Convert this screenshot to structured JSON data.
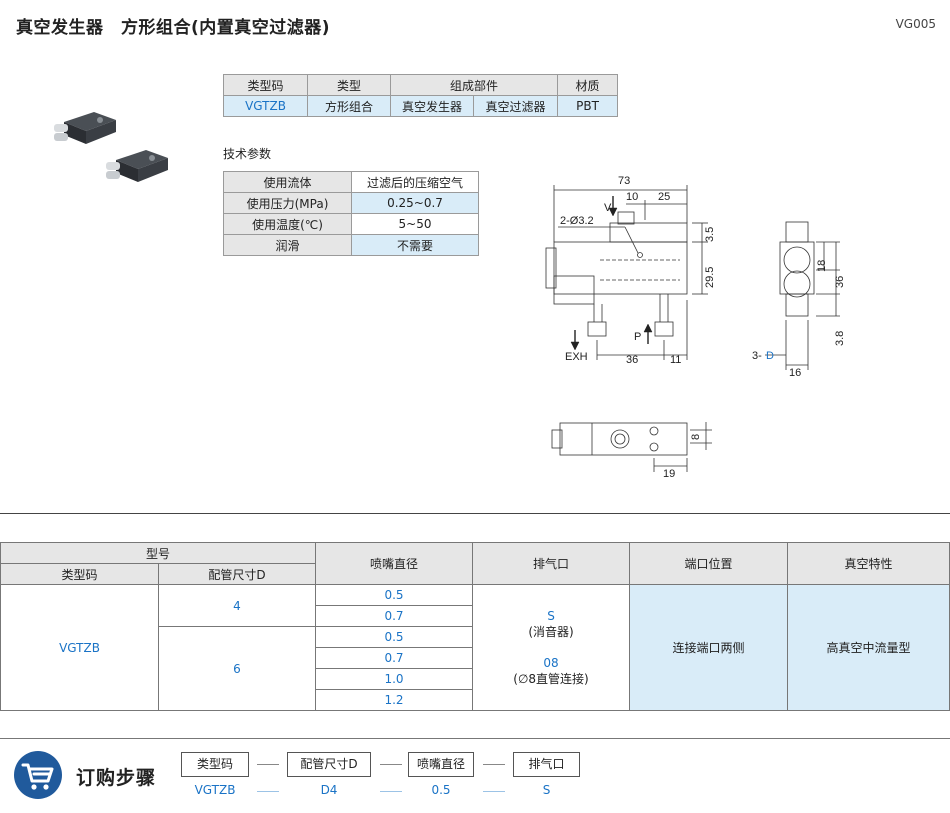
{
  "header": {
    "title": "真空发生器　方形组合(内置真空过滤器)",
    "code": "VG005"
  },
  "type_table": {
    "headers": [
      "类型码",
      "类型",
      "组成部件",
      "材质"
    ],
    "row": {
      "code": "VGTZB",
      "type": "方形组合",
      "part1": "真空发生器",
      "part2": "真空过滤器",
      "material": "PBT"
    }
  },
  "tech": {
    "title": "技术参数",
    "rows": [
      {
        "k": "使用流体",
        "v": "过滤后的压缩空气"
      },
      {
        "k": "使用压力(MPa)",
        "v": "0.25~0.7"
      },
      {
        "k": "使用温度(℃)",
        "v": "5~50"
      },
      {
        "k": "润滑",
        "v": "不需要"
      }
    ]
  },
  "drawing": {
    "d73": "73",
    "d10": "10",
    "d25": "25",
    "v": "V",
    "hole": "2-Ø3.2",
    "d3_5": "3.5",
    "d29_5": "29.5",
    "exh": "EXH",
    "p": "P",
    "d36": "36",
    "d11": "11",
    "d18": "18",
    "d36b": "36",
    "d3_8": "3.8",
    "d3d": "3-",
    "dD": "D",
    "d16": "16",
    "d8": "8",
    "d19": "19"
  },
  "selection": {
    "h_model": "型号",
    "h_typecode": "类型码",
    "h_pipe": "配管尺寸D",
    "h_nozzle": "喷嘴直径",
    "h_exhaust": "排气口",
    "h_port": "端口位置",
    "h_vacuum": "真空特性",
    "typecode": "VGTZB",
    "pipe4": "4",
    "pipe6": "6",
    "nozzles": [
      "0.5",
      "0.7",
      "0.5",
      "0.7",
      "1.0",
      "1.2"
    ],
    "exh_s": "S",
    "exh_s_note": "(消音器)",
    "exh_08": "08",
    "exh_08_note": "(∅8直管连接)",
    "port": "连接端口两侧",
    "vacuum": "高真空中流量型"
  },
  "order": {
    "title": "订购步骤",
    "steps": [
      {
        "label": "类型码",
        "value": "VGTZB"
      },
      {
        "label": "配管尺寸D",
        "value": "D4"
      },
      {
        "label": "喷嘴直径",
        "value": "0.5"
      },
      {
        "label": "排气口",
        "value": "S"
      }
    ]
  },
  "colors": {
    "accent": "#1a73c6",
    "header_bg": "#e6e6e6",
    "highlight_bg": "#d9ecf8",
    "cart": "#205a9c"
  },
  "icons": [
    "cart-icon"
  ]
}
